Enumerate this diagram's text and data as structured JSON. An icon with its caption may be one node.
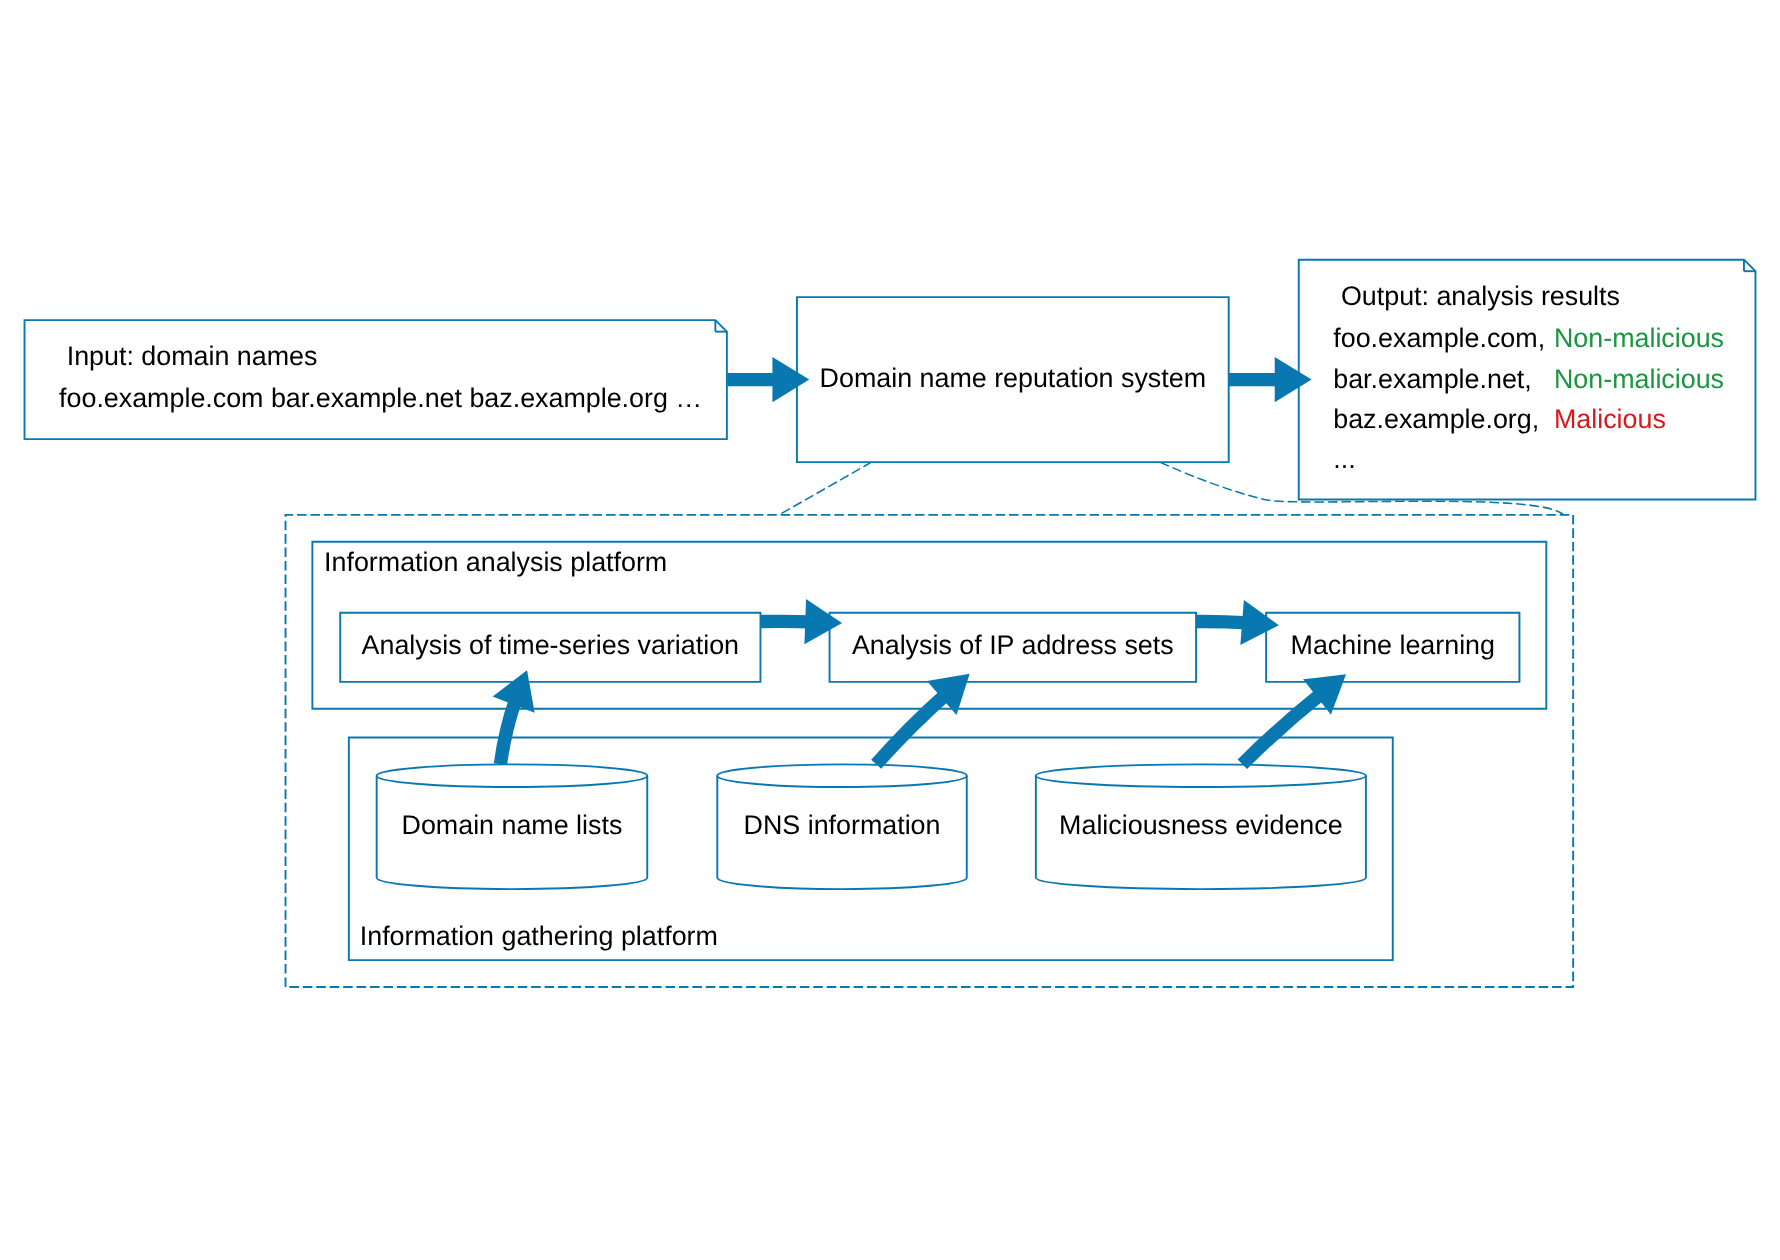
{
  "diagram": {
    "nodes": [
      {
        "text": [
          "Input: domain names",
          "foo.example.com bar.example.net baz.example.org …"
        ]
      },
      {
        "text": [
          "Domain name reputation system"
        ]
      },
      {
        "text": [
          "Output: analysis results",
          "foo.example.com,",
          "Non-malicious",
          "bar.example.net,",
          "Non-malicious",
          "baz.example.org,",
          "Malicious",
          "..."
        ]
      },
      {
        "text": [],
        "shape": "box"
      },
      {
        "text": [
          "Information analysis platform"
        ],
        "in": 3
      },
      {
        "text": [
          "Analysis of time-series variation"
        ],
        "in": 4
      },
      {
        "text": [
          "Analysis of IP address sets"
        ],
        "in": 4
      },
      {
        "text": [
          "Machine learning"
        ],
        "in": 4
      },
      {
        "text": [
          "Information gathering platform"
        ],
        "in": 3
      },
      {
        "text": [
          "Domain name lists"
        ],
        "in": 8
      },
      {
        "text": [
          "DNS information"
        ],
        "in": 8
      },
      {
        "text": [
          "Maliciousness evidence"
        ],
        "in": 8
      }
    ],
    "edges": [
      {
        "from": 0,
        "to": 1,
        "arrow": "to"
      },
      {
        "from": 1,
        "to": 2,
        "arrow": "to"
      },
      {
        "from": 1,
        "to": 3,
        "arrow": "none",
        "style": "dashed"
      },
      {
        "from": 1,
        "to": 3,
        "arrow": "none",
        "style": "dashed"
      },
      {
        "from": 5,
        "to": 6,
        "arrow": "to"
      },
      {
        "from": 6,
        "to": 7,
        "arrow": "to"
      },
      {
        "from": 9,
        "to": 5,
        "arrow": "to"
      },
      {
        "from": 10,
        "to": 6,
        "arrow": "to"
      },
      {
        "from": 11,
        "to": 7,
        "arrow": "to"
      }
    ]
  }
}
